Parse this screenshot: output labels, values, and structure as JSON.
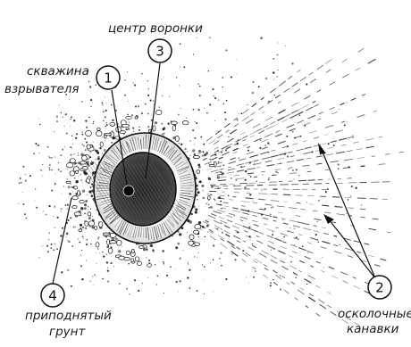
{
  "labels": {
    "center": "центр воронки",
    "well_line1": "скважина",
    "well_line2": "взрывателя",
    "raised_line1": "приподнятый",
    "raised_line2": "грунт",
    "grooves_line1": "осколочные",
    "grooves_line2": "канавки"
  },
  "callouts": {
    "well": "1",
    "grooves": "2",
    "center": "3",
    "raised": "4"
  }
}
